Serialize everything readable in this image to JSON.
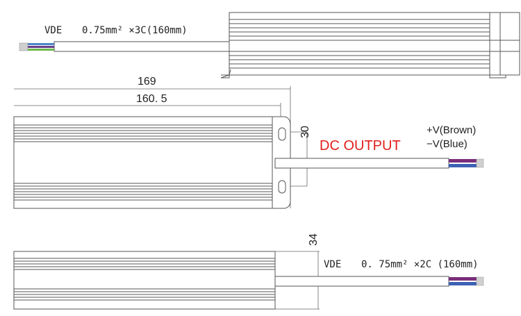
{
  "top_view": {
    "cable_standard": "VDE",
    "cable_spec": "0.75mm² ×3C(160mm)",
    "wire_colors": [
      "#4a86c8",
      "#6a3e8c",
      "#6cba4a"
    ]
  },
  "middle_view": {
    "dim_overall_length": "169",
    "dim_mounting_length": "160. 5",
    "dim_mount_spacing": "30",
    "output_title": "DC OUTPUT",
    "positive_label": "+V(Brown)",
    "negative_label": "−V(Blue)",
    "wire_colors": [
      "#7a2d7a",
      "#3d62b5"
    ]
  },
  "bottom_view": {
    "dim_height": "34",
    "cable_standard": "VDE",
    "cable_spec": "0. 75mm² ×2C (160mm)",
    "wire_colors": [
      "#7a2d7a",
      "#3d62b5"
    ]
  },
  "colors": {
    "line": "#555555",
    "accent_red": "#e0201b"
  }
}
